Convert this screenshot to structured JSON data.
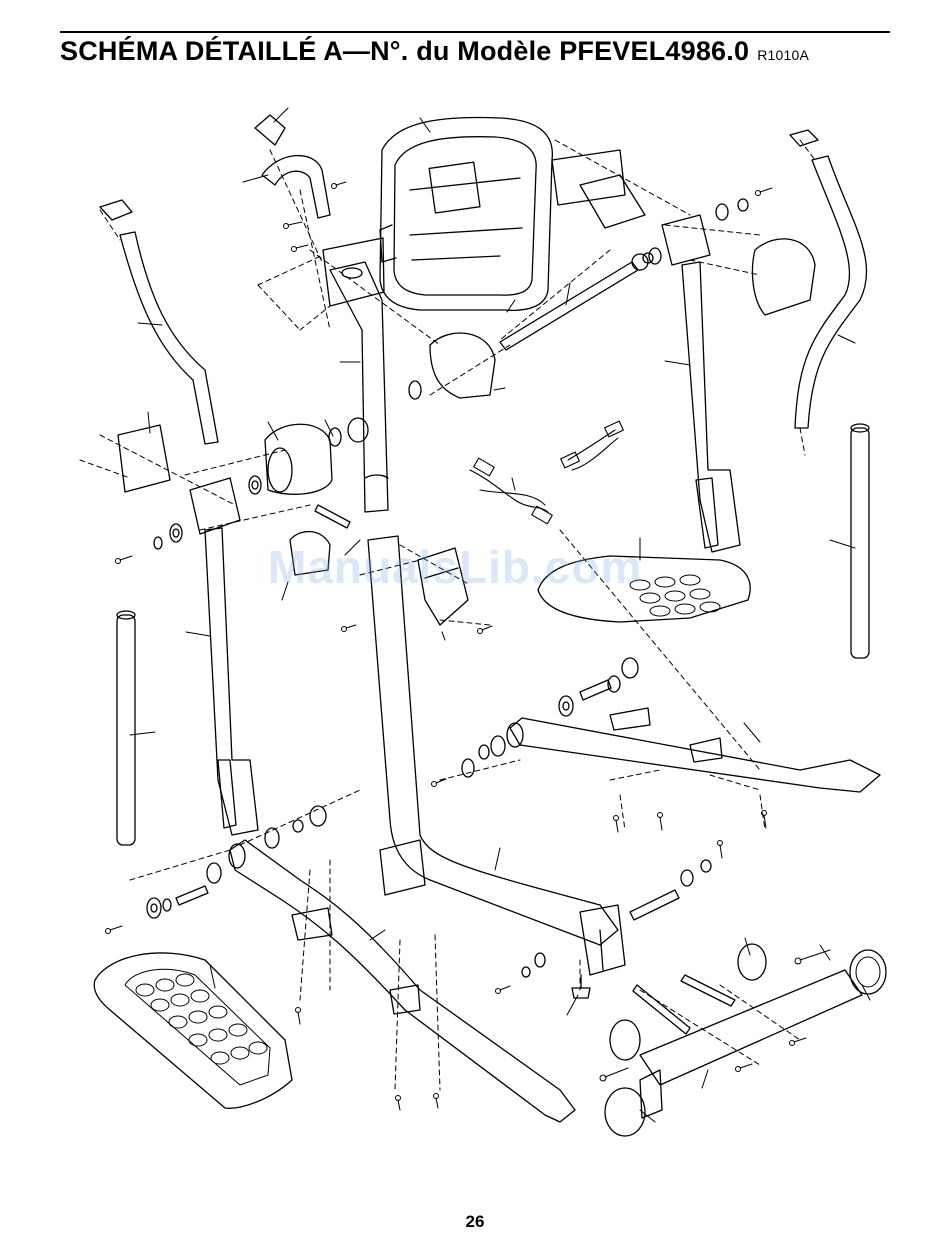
{
  "header": {
    "title": "SCHÉMA DÉTAILLÉ A—N°. du Modèle PFEVEL4986.0",
    "code": "R1010A"
  },
  "watermark": "ManualsLib.com",
  "footer": {
    "page_number": "26"
  },
  "colors": {
    "line": "#000000",
    "fill": "#ffffff",
    "shade": "#d8d8d8",
    "watermark": "#78aae6"
  }
}
